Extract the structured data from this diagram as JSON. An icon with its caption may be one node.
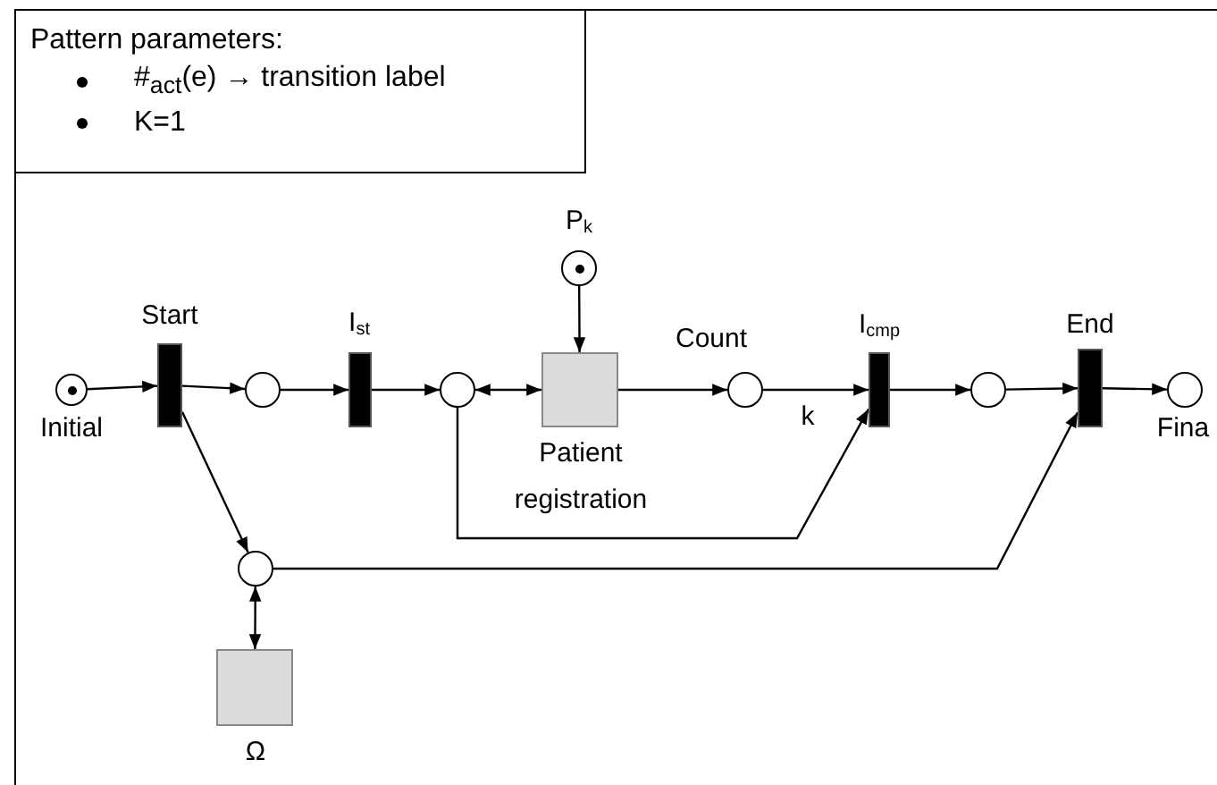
{
  "diagram": {
    "nodes": [
      {
        "text": [
          "Pattern parameters:",
          "#$_{act}$(e) → transition label",
          "K=1"
        ]
      },
      {
        "text": [],
        "shape": "circle",
        "beside": [
          "Initial"
        ]
      },
      {
        "text": [],
        "shape": "bar",
        "beside": [
          "Start"
        ]
      },
      {
        "text": [],
        "shape": "circle"
      },
      {
        "text": [],
        "shape": "bar",
        "beside": [
          "I$_{st}$"
        ]
      },
      {
        "text": [],
        "shape": "circle"
      },
      {
        "text": [],
        "shape": "circle",
        "beside": [
          "P$_{k}$"
        ]
      },
      {
        "text": [],
        "shape": "box",
        "beside": [
          "Patient registration"
        ]
      },
      {
        "text": [],
        "shape": "circle",
        "beside": [
          "Count"
        ]
      },
      {
        "text": [],
        "shape": "bar",
        "beside": [
          "I$_{cmp}$"
        ]
      },
      {
        "text": [],
        "shape": "circle"
      },
      {
        "text": [],
        "shape": "bar",
        "beside": [
          "End"
        ]
      },
      {
        "text": [],
        "shape": "circle",
        "beside": [
          "Fina"
        ]
      },
      {
        "text": [],
        "shape": "circle"
      },
      {
        "text": [],
        "shape": "box",
        "beside": [
          "Ω"
        ]
      }
    ],
    "edges": [
      {
        "from": 1,
        "to": 2,
        "arrow": "to"
      },
      {
        "from": 2,
        "to": 3,
        "arrow": "to"
      },
      {
        "from": 3,
        "to": 4,
        "arrow": "to"
      },
      {
        "from": 4,
        "to": 5,
        "arrow": "to"
      },
      {
        "from": 5,
        "to": 7,
        "arrow": "both"
      },
      {
        "from": 6,
        "to": 7,
        "arrow": "to"
      },
      {
        "from": 7,
        "to": 8,
        "arrow": "to"
      },
      {
        "from": 8,
        "to": 9,
        "arrow": "to",
        "label": "k"
      },
      {
        "from": 9,
        "to": 10,
        "arrow": "to"
      },
      {
        "from": 10,
        "to": 11,
        "arrow": "to"
      },
      {
        "from": 11,
        "to": 12,
        "arrow": "to"
      },
      {
        "from": 2,
        "to": 13,
        "arrow": "to"
      },
      {
        "from": 13,
        "to": 14,
        "arrow": "both"
      },
      {
        "from": 5,
        "to": 9,
        "arrow": "to"
      },
      {
        "from": 13,
        "to": 11,
        "arrow": "to"
      }
    ]
  }
}
